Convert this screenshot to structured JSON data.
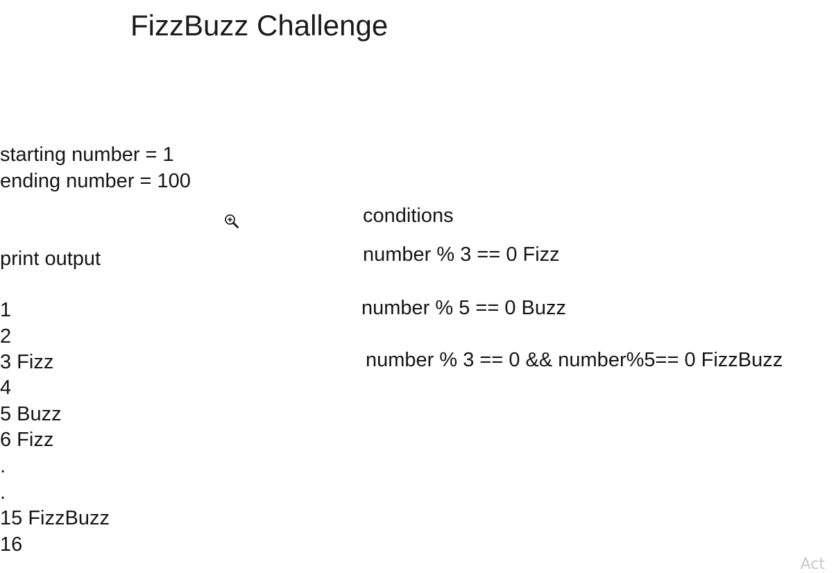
{
  "title": "FizzBuzz Challenge",
  "params": {
    "start": "starting number = 1",
    "end": "ending number = 100"
  },
  "output": {
    "heading": "print output",
    "lines": [
      "1",
      "2",
      "3 Fizz",
      "4",
      "5 Buzz",
      "6 Fizz",
      ".",
      ".",
      "15 FizzBuzz",
      "16"
    ]
  },
  "conditions": {
    "heading": "conditions",
    "items": [
      "number % 3 == 0 Fizz",
      "number % 5 == 0 Buzz",
      "number % 3 == 0 && number%5== 0 FizzBuzz"
    ]
  },
  "icons": {
    "cursor": "zoom-in-icon"
  },
  "watermark": "Act"
}
